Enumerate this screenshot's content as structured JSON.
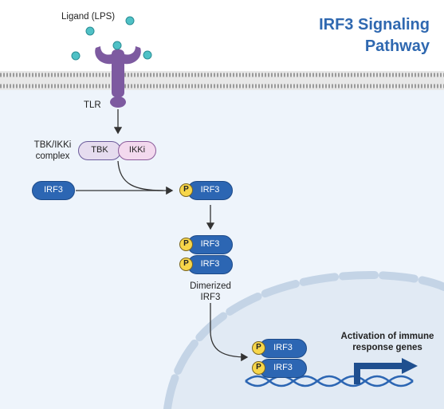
{
  "title_line1": "IRF3 Signaling",
  "title_line2": "Pathway",
  "labels": {
    "ligand": "Ligand (LPS)",
    "tlr": "TLR",
    "tbk_complex_line1": "TBK/IKKi",
    "tbk_complex_line2": "complex",
    "dimerized_line1": "Dimerized",
    "dimerized_line2": "IRF3",
    "activation_line1": "Activation of immune",
    "activation_line2": "response genes"
  },
  "proteins": {
    "tbk": "TBK",
    "ikki": "IKKi",
    "irf3": "IRF3",
    "phospho": "P"
  },
  "colors": {
    "title": "#2f68b0",
    "irf3": "#2c66b3",
    "phospho": "#f7d64a",
    "receptor": "#7d5aa0",
    "ligand": "#4fc1c6",
    "cytoplasm": "#eef4fb",
    "nucleus": "#e1eaf4",
    "dna": "#2c66b3"
  },
  "icons": [
    "receptor-icon",
    "ligand-dot-icon",
    "membrane-icon",
    "nucleus-icon",
    "dna-icon",
    "gene-arrow-icon"
  ]
}
